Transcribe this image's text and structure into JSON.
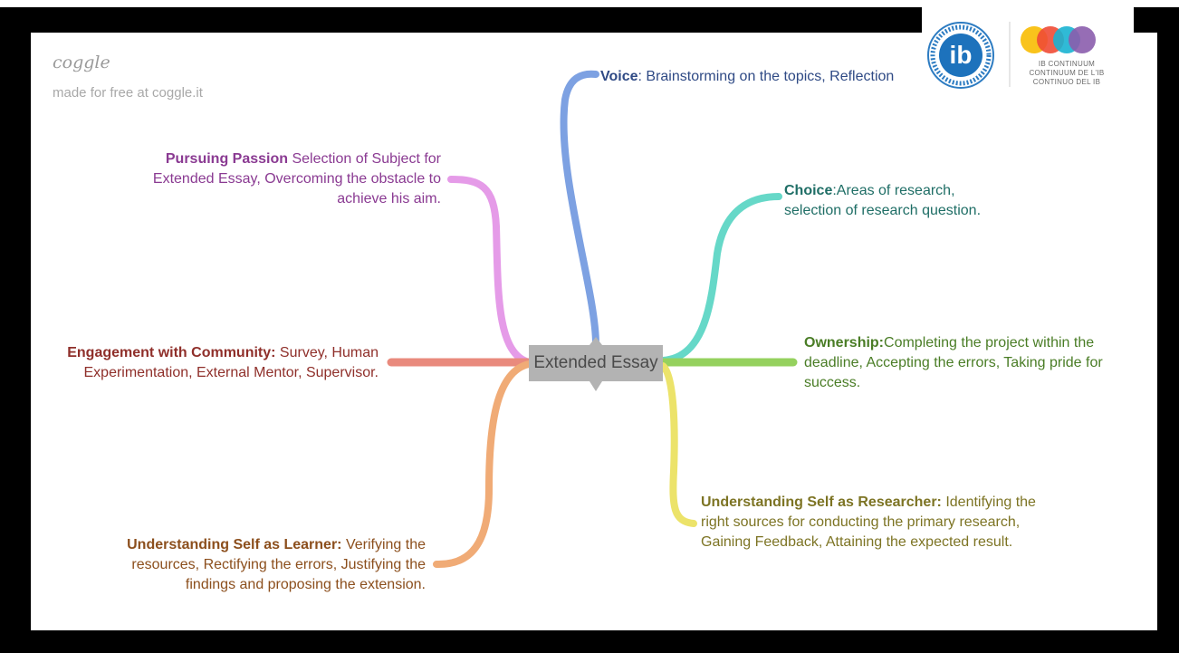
{
  "branding": {
    "app_name": "coggle",
    "made_with": "made for free at coggle.it"
  },
  "center_node": {
    "label": "Extended Essay"
  },
  "branches": {
    "voice": {
      "title": "Voice",
      "text": ": Brainstorming on the topics, Reflection",
      "color": "#7da1e2",
      "text_color": "#2f4a85"
    },
    "choice": {
      "title": "Choice",
      "text": ":Areas of research,",
      "text2": "selection of research question.",
      "color": "#66d8c8",
      "text_color": "#1f6e66"
    },
    "ownership": {
      "title": "Ownership:",
      "text": "Completing the project within the",
      "text2": "deadline, Accepting the errors, Taking pride for",
      "text3": "success.",
      "color": "#95d15e",
      "text_color": "#4a7d26"
    },
    "researcher": {
      "title": "Understanding Self as Researcher:",
      "text": " Identifying the",
      "text2": "right sources for conducting the primary research,",
      "text3": "Gaining Feedback, Attaining the expected result.",
      "color": "#ece36a",
      "text_color": "#7d7424"
    },
    "passion": {
      "title": "Pursuing Passion",
      "text": " Selection of Subject for",
      "text2": "Extended Essay, Overcoming the obstacle to",
      "text3": "achieve his aim.",
      "color": "#e59be8",
      "text_color": "#8a3a92"
    },
    "community": {
      "title": "Engagement with Community:",
      "text": " Survey, Human",
      "text2": "Experimentation, External Mentor, Supervisor.",
      "color": "#e98a7d",
      "text_color": "#8f2f2a"
    },
    "learner": {
      "title": "Understanding Self as Learner:",
      "text": " Verifying the",
      "text2": "resources, Rectifying the errors, Justifying the",
      "text3": "findings and proposing the extension.",
      "color": "#f0ab76",
      "text_color": "#8c4f1d"
    }
  },
  "logo": {
    "ib_letters": "ib",
    "continuum_line1": "IB CONTINUUM",
    "continuum_line2": "CONTINUUM DE L'IB",
    "continuum_line3": "CONTINUO DEL IB"
  }
}
